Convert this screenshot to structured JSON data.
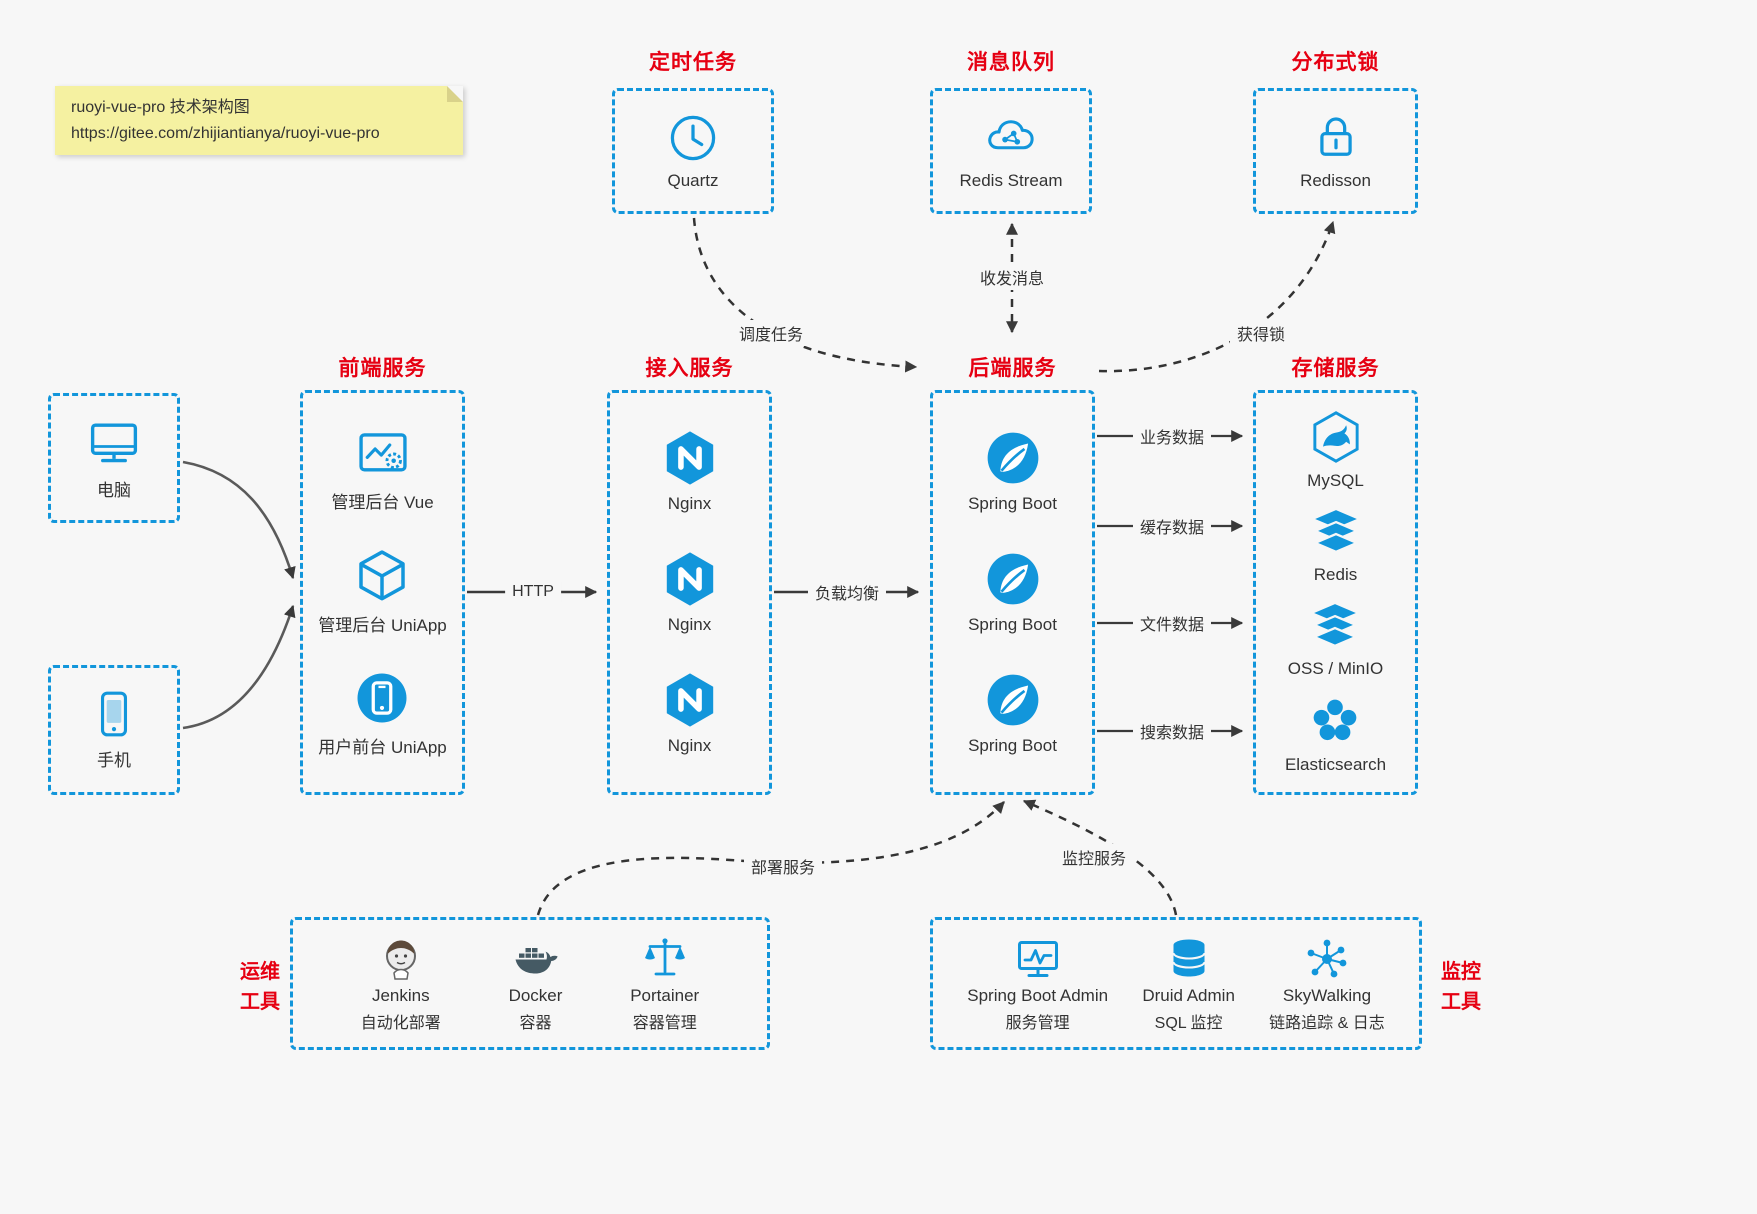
{
  "colors": {
    "accent": "#1296db",
    "title_red": "#e60012",
    "note_bg": "#f5f1a1",
    "arrow": "#3a3a3a"
  },
  "note": {
    "line1": "ruoyi-vue-pro 技术架构图",
    "line2": "https://gitee.com/zhijiantianya/ruoyi-vue-pro"
  },
  "top_boxes": [
    {
      "title": "定时任务",
      "label": "Quartz",
      "icon": "clock-icon"
    },
    {
      "title": "消息队列",
      "label": "Redis Stream",
      "icon": "cloud-network-icon"
    },
    {
      "title": "分布式锁",
      "label": "Redisson",
      "icon": "lock-icon"
    }
  ],
  "clients": [
    {
      "label": "电脑",
      "icon": "desktop-icon"
    },
    {
      "label": "手机",
      "icon": "phone-icon"
    }
  ],
  "frontend": {
    "title": "前端服务",
    "items": [
      {
        "label": "管理后台 Vue",
        "icon": "admin-vue-icon"
      },
      {
        "label": "管理后台 UniApp",
        "icon": "uniapp-cube-icon"
      },
      {
        "label": "用户前台 UniApp",
        "icon": "mobile-app-icon"
      }
    ]
  },
  "gateway": {
    "title": "接入服务",
    "items": [
      {
        "label": "Nginx",
        "icon": "nginx-icon"
      },
      {
        "label": "Nginx",
        "icon": "nginx-icon"
      },
      {
        "label": "Nginx",
        "icon": "nginx-icon"
      }
    ]
  },
  "backend": {
    "title": "后端服务",
    "items": [
      {
        "label": "Spring Boot",
        "icon": "spring-leaf-icon"
      },
      {
        "label": "Spring Boot",
        "icon": "spring-leaf-icon"
      },
      {
        "label": "Spring Boot",
        "icon": "spring-leaf-icon"
      }
    ]
  },
  "storage": {
    "title": "存储服务",
    "items": [
      {
        "label": "MySQL",
        "icon": "mysql-icon"
      },
      {
        "label": "Redis",
        "icon": "redis-stack-icon"
      },
      {
        "label": "OSS / MinIO",
        "icon": "oss-stack-icon"
      },
      {
        "label": "Elasticsearch",
        "icon": "elasticsearch-icon"
      }
    ]
  },
  "edges": {
    "http": "HTTP",
    "load_balance": "负载均衡",
    "business": "业务数据",
    "cache": "缓存数据",
    "file": "文件数据",
    "search": "搜索数据",
    "schedule": "调度任务",
    "message": "收发消息",
    "lock": "获得锁",
    "deploy": "部署服务",
    "monitor": "监控服务"
  },
  "ops": {
    "title_line1": "运维",
    "title_line2": "工具",
    "items": [
      {
        "name": "Jenkins",
        "desc": "自动化部署",
        "icon": "jenkins-icon"
      },
      {
        "name": "Docker",
        "desc": "容器",
        "icon": "docker-whale-icon"
      },
      {
        "name": "Portainer",
        "desc": "容器管理",
        "icon": "scales-icon"
      }
    ]
  },
  "monitoring": {
    "title_line1": "监控",
    "title_line2": "工具",
    "items": [
      {
        "name": "Spring Boot Admin",
        "desc": "服务管理",
        "icon": "monitor-chart-icon"
      },
      {
        "name": "Druid Admin",
        "desc": "SQL 监控",
        "icon": "database-icon"
      },
      {
        "name": "SkyWalking",
        "desc": "链路追踪 & 日志",
        "icon": "network-graph-icon"
      }
    ]
  }
}
